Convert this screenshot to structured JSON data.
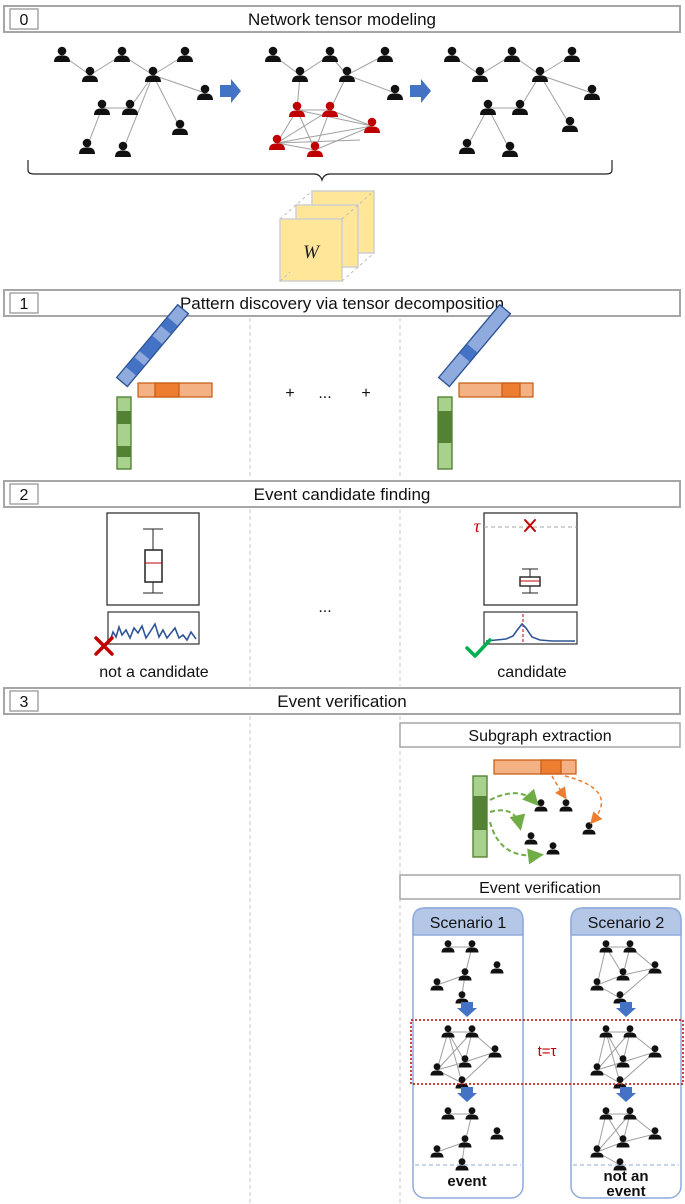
{
  "sections": [
    {
      "number": "0",
      "title": "Network tensor modeling"
    },
    {
      "number": "1",
      "title": "Pattern discovery via tensor decomposition"
    },
    {
      "number": "2",
      "title": "Event candidate finding"
    },
    {
      "number": "3",
      "title": "Event verification"
    }
  ],
  "tensor_label": "W",
  "sum_row": {
    "plus1": "+",
    "dots": "...",
    "plus2": "+"
  },
  "candidate": {
    "tau": "τ",
    "ellipsis": "...",
    "left_label": "not a candidate",
    "right_label": "candidate"
  },
  "verification": {
    "subgraph_title": "Subgraph extraction",
    "verify_title": "Event verification",
    "scenario1": "Scenario 1",
    "scenario2": "Scenario 2",
    "time_label": "t=τ",
    "outcome1": "event",
    "outcome2_line1": "not an",
    "outcome2_line2": "event"
  },
  "colors": {
    "blue": "#4472c4",
    "orange": "#ed7d31",
    "green": "#70ad47",
    "red": "#c00000",
    "yellow": "#ffe699"
  }
}
